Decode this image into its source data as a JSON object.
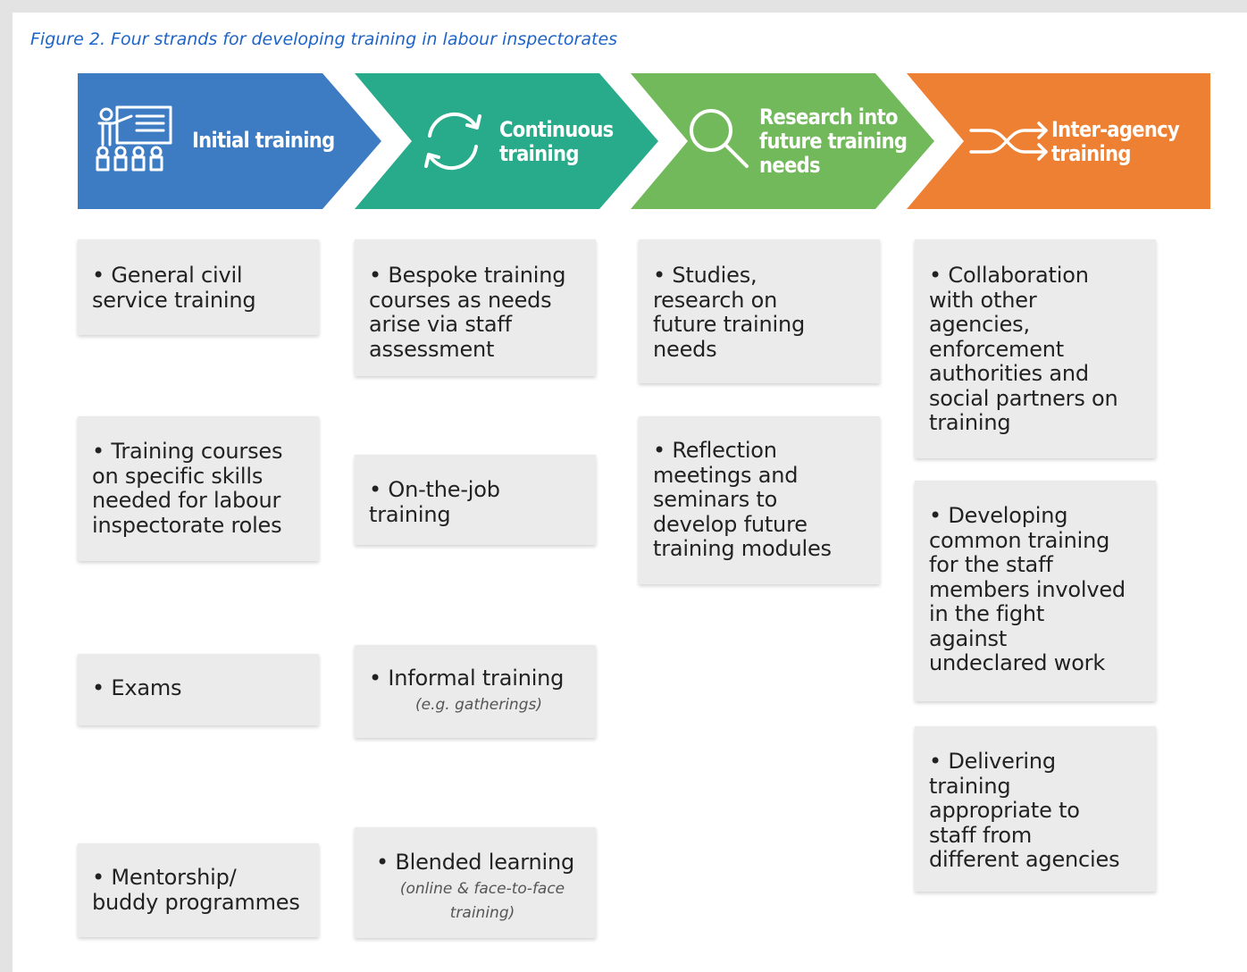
{
  "figure": {
    "caption": "Figure 2. Four strands for developing training in labour inspectorates"
  },
  "colors": {
    "initial": "#3d7cc3",
    "continuous": "#27ab8a",
    "research": "#72b95b",
    "interagency": "#ee8034",
    "box_fill": "#ebebeb",
    "caption": "#1e64c8"
  },
  "strands": [
    {
      "title": "Initial training",
      "icon": "teacher-classroom-icon",
      "items": [
        {
          "text": "• General civil\nservice training"
        },
        {
          "text": "• Training courses\non specific skills\nneeded for labour\ninspectorate roles"
        },
        {
          "text": "• Exams"
        },
        {
          "text": "• Mentorship/\nbuddy programmes"
        }
      ]
    },
    {
      "title": "Continuous\ntraining",
      "icon": "refresh-cycle-icon",
      "items": [
        {
          "text": "• Bespoke training\ncourses as needs\narise via staff\nassessment"
        },
        {
          "text": "• On-the-job\ntraining"
        },
        {
          "text": "• Informal training",
          "note": "(e.g. gatherings)"
        },
        {
          "text": "• Blended learning",
          "note": "(online & face-to-face\ntraining)"
        }
      ]
    },
    {
      "title": "Research into\nfuture training\nneeds",
      "icon": "magnifier-icon",
      "items": [
        {
          "text": "• Studies,\nresearch on\nfuture training\nneeds"
        },
        {
          "text": "• Reflection\nmeetings and\nseminars  to\ndevelop future\ntraining modules"
        }
      ]
    },
    {
      "title": "Inter-agency\ntraining",
      "icon": "shuffle-arrows-icon",
      "items": [
        {
          "text": "• Collaboration\nwith other\nagencies,\nenforcement\nauthorities and\nsocial partners on\ntraining"
        },
        {
          "text": "• Developing\ncommon training\nfor the staff\nmembers involved\nin the fight\nagainst\nundeclared work"
        },
        {
          "text": "•  Delivering\ntraining\nappropriate to\nstaff from\ndifferent agencies"
        }
      ]
    }
  ]
}
